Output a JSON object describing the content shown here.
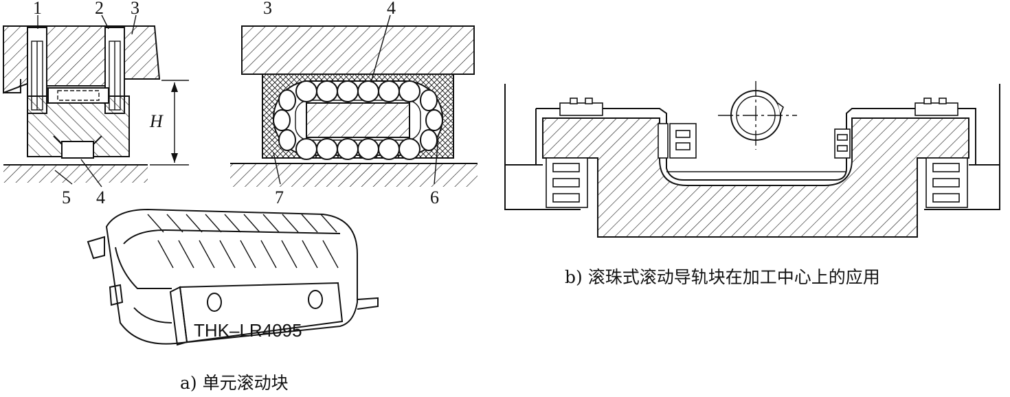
{
  "figure_a": {
    "callouts": {
      "left_view": [
        "1",
        "2",
        "3",
        "5",
        "4"
      ],
      "middle_view": [
        "3",
        "4",
        "7",
        "6"
      ]
    },
    "dimension_label": "H",
    "stamp_text": "THK–LR4095",
    "caption": "a) 单元滚动块"
  },
  "figure_b": {
    "caption": "b) 滚珠式滚动导轨块在加工中心上的应用"
  },
  "colors": {
    "ink": "#111111",
    "paper": "#ffffff"
  }
}
